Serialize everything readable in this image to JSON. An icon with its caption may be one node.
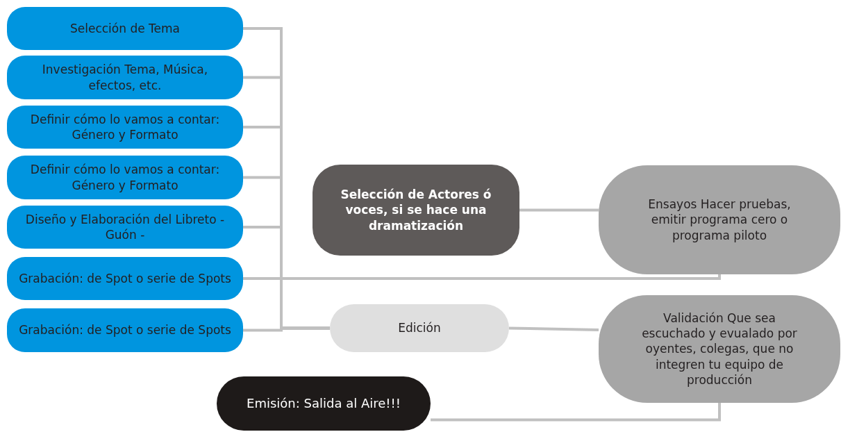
{
  "diagram": {
    "nodes": [
      {
        "text": [
          "Selección de Tema"
        ]
      },
      {
        "text": [
          "Investigación Tema, Música, efectos, etc."
        ]
      },
      {
        "text": [
          "Definir cómo lo vamos a contar: Género y Formato"
        ]
      },
      {
        "text": [
          "Definir cómo lo vamos a contar: Género y Formato"
        ]
      },
      {
        "text": [
          "Diseño y Elaboración del Libreto - Guón -"
        ]
      },
      {
        "text": [
          "Grabación: de Spot o serie de Spots"
        ]
      },
      {
        "text": [
          "Grabación: de Spot o serie de Spots"
        ]
      },
      {
        "text": [
          "Selección de Actores ó voces, si se hace una dramatización"
        ]
      },
      {
        "text": [
          "Ensayos Hacer pruebas, emitir programa cero o programa piloto"
        ]
      },
      {
        "text": [
          "Edición"
        ]
      },
      {
        "text": [
          "Validación Que sea escuchado y evualado por oyentes, colegas, que no integren tu equipo de producción"
        ]
      },
      {
        "text": [
          "Emisión: Salida al Aire!!!"
        ]
      }
    ],
    "edges": [
      {
        "from": 0,
        "to": 9,
        "arrow": "none"
      },
      {
        "from": 1,
        "to": 9,
        "arrow": "none"
      },
      {
        "from": 2,
        "to": 9,
        "arrow": "none"
      },
      {
        "from": 3,
        "to": 9,
        "arrow": "none"
      },
      {
        "from": 4,
        "to": 9,
        "arrow": "none"
      },
      {
        "from": 5,
        "to": 9,
        "arrow": "none"
      },
      {
        "from": 6,
        "to": 9,
        "arrow": "none"
      },
      {
        "from": 5,
        "to": 8,
        "arrow": "none"
      },
      {
        "from": 7,
        "to": 8,
        "arrow": "none"
      },
      {
        "from": 9,
        "to": 10,
        "arrow": "none"
      },
      {
        "from": 10,
        "to": 11,
        "arrow": "none"
      }
    ]
  }
}
